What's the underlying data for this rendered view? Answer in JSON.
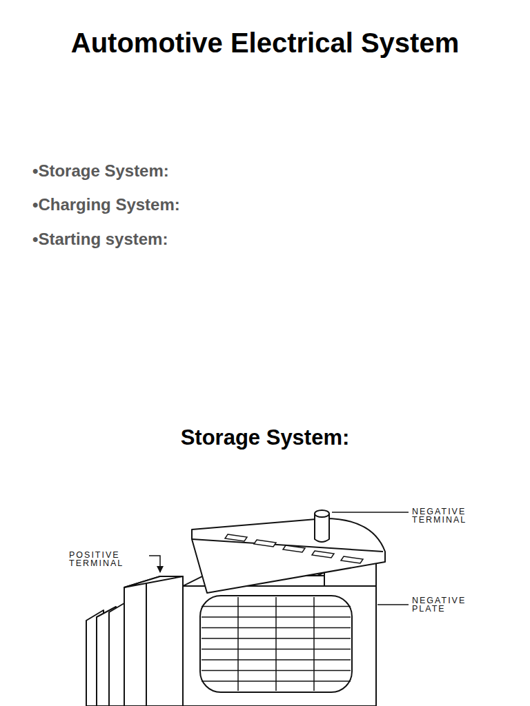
{
  "diagram": {
    "title": "Automotive Electrical System",
    "labels": [
      "•Storage System:",
      "•Charging System:",
      "•Starting system:",
      "Storage System:",
      "NEGATIVE TERMINAL",
      "POSITIVE TERMINAL",
      "NEGATIVE PLATE"
    ]
  }
}
